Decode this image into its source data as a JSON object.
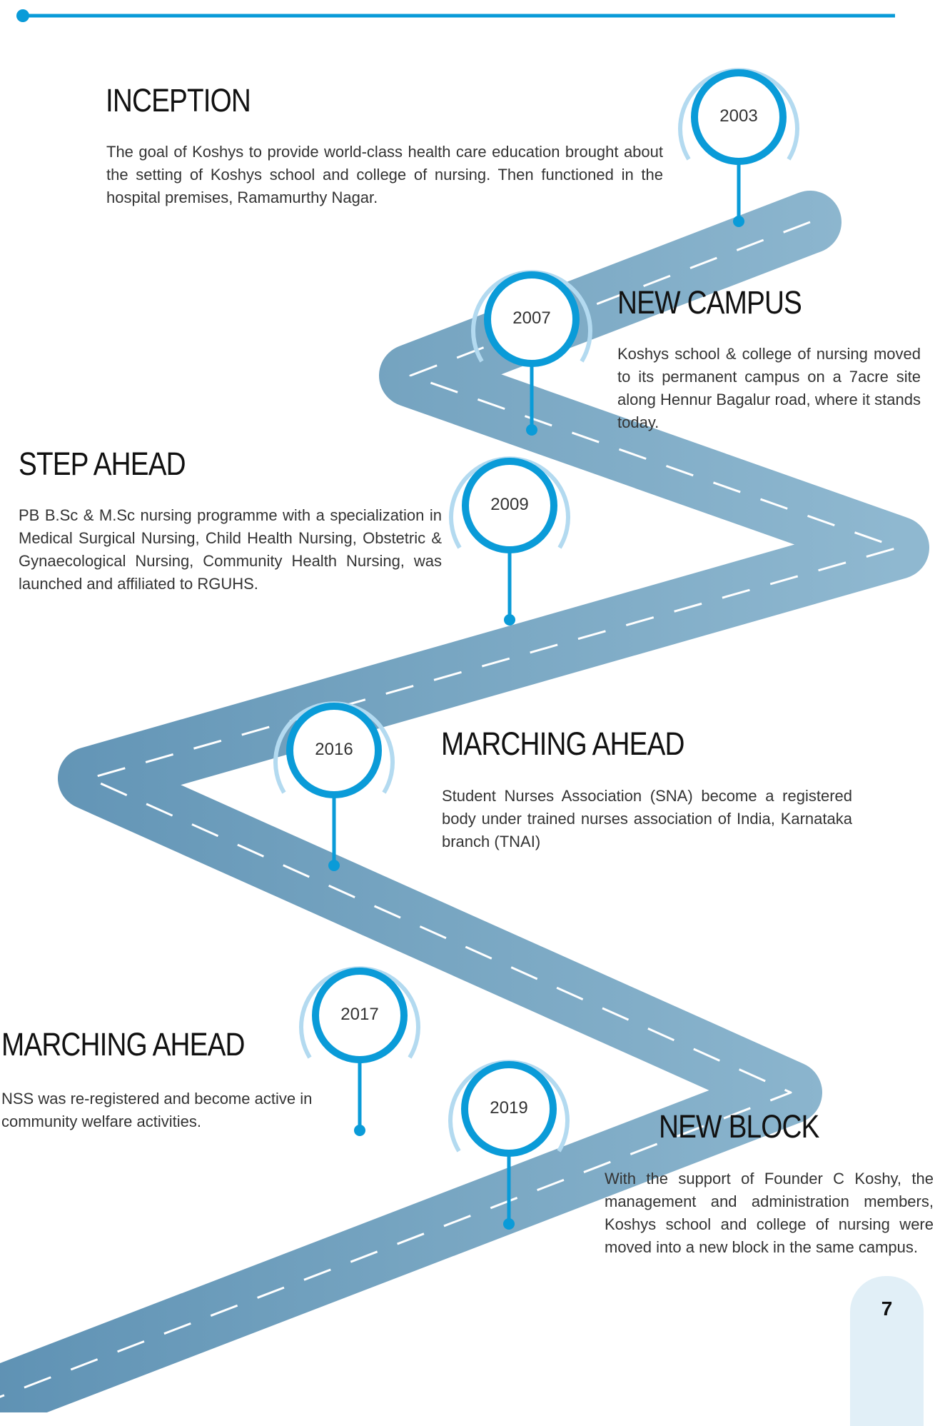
{
  "milestones": [
    {
      "year": "2003",
      "title": "INCEPTION",
      "description": "The goal of Koshys to provide world-class health care education brought about the setting of Koshys school and college of nursing. Then functioned in the hospital premises, Ramamurthy Nagar."
    },
    {
      "year": "2007",
      "title": "NEW CAMPUS",
      "description": "Koshys school & college of nursing moved to its permanent campus on a 7acre site along Hennur Bagalur road, where it stands today."
    },
    {
      "year": "2009",
      "title": "STEP AHEAD",
      "description": "PB B.Sc & M.Sc nursing programme with a specialization in Medical Surgical Nursing, Child Health Nursing, Obstetric & Gynaecological Nursing, Community Health Nursing, was launched and affiliated to RGUHS."
    },
    {
      "year": "2016",
      "title": "MARCHING AHEAD",
      "description": "Student Nurses Association (SNA) become a registered body under trained nurses association of India, Karnataka branch (TNAI)"
    },
    {
      "year": "2017",
      "title": "MARCHING AHEAD",
      "description": "NSS was re-registered and become active in community welfare activities."
    },
    {
      "year": "2019",
      "title": "NEW BLOCK",
      "description": "With the support of Founder C Koshy, the management and administration members, Koshys school and college of nursing were moved into a new block in the same campus."
    }
  ],
  "page_number": "7",
  "colors": {
    "accent": "#0a9bd8",
    "ring_light": "#b3daf0",
    "road": "#7aa5c0",
    "page_tab": "#e1eff7"
  }
}
